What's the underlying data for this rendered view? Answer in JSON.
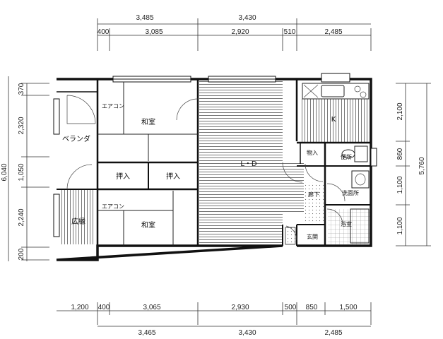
{
  "dimensions": {
    "top_outer": [
      "3,485",
      "3,430"
    ],
    "top_inner": [
      "400",
      "3,085",
      "2,920",
      "510",
      "2,485"
    ],
    "bottom_inner": [
      "1,200",
      "400",
      "3,065",
      "2,930",
      "500",
      "850",
      "1,500"
    ],
    "bottom_outer": [
      "3,465",
      "3,430",
      "2,485"
    ],
    "left_segments": [
      "370",
      "2,320",
      "1,050",
      "2,240",
      "200"
    ],
    "left_total": "6,040",
    "right_segments": [
      "2,100",
      "860",
      "1,100",
      "1,100"
    ],
    "right_total": "5,760"
  },
  "rooms": {
    "washitsu_top": "和室",
    "washitsu_bottom": "和室",
    "veranda": "ベランダ",
    "hiroen": "広縁",
    "oshiire_1": "押入",
    "oshiire_2": "押入",
    "aircon_top": "エアコン",
    "aircon_bottom": "エアコン",
    "ldk": "L・D",
    "kitchen": "K",
    "storage": "物入",
    "toilet": "便所",
    "hallway": "廊下",
    "washroom": "洗面所",
    "bathroom": "浴室",
    "entrance": "玄関"
  }
}
